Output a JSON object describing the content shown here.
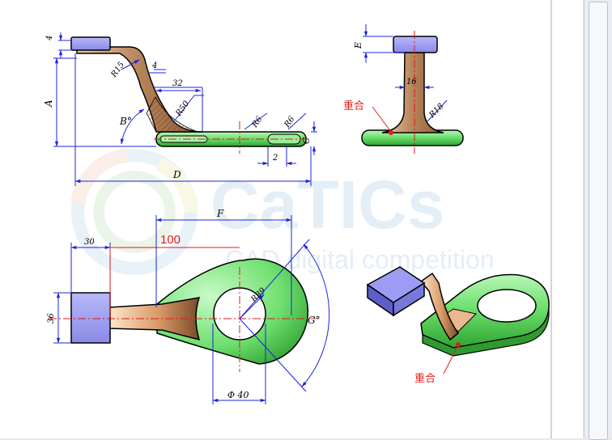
{
  "watermark": {
    "brand": "CaTICs",
    "tagline": "CAD digital competition"
  },
  "dimensions": {
    "d4_top": "4",
    "A": "A",
    "R15": "R15",
    "d4_small": "4",
    "d32": "32",
    "R50": "R50",
    "B": "B°",
    "R6_left": "R6",
    "R6_right": "R6",
    "C": "C",
    "d2": "2",
    "D": "D",
    "E": "E",
    "d16": "16",
    "R18": "R18",
    "F": "F",
    "d100": "100",
    "d30": "30",
    "d36": "36",
    "R39": "R39",
    "G": "G°",
    "phi40": "Φ 40"
  },
  "labels": {
    "coincide_side": "重合",
    "coincide_iso": "重合"
  },
  "colors": {
    "dimension_blue": "#1c24d8",
    "centerline_red": "#e01818",
    "highlight_red": "#e0201a",
    "block_fill": "#9e9ef0",
    "body_fill": "#c98a5a",
    "base_fill": "#6fe06f"
  }
}
